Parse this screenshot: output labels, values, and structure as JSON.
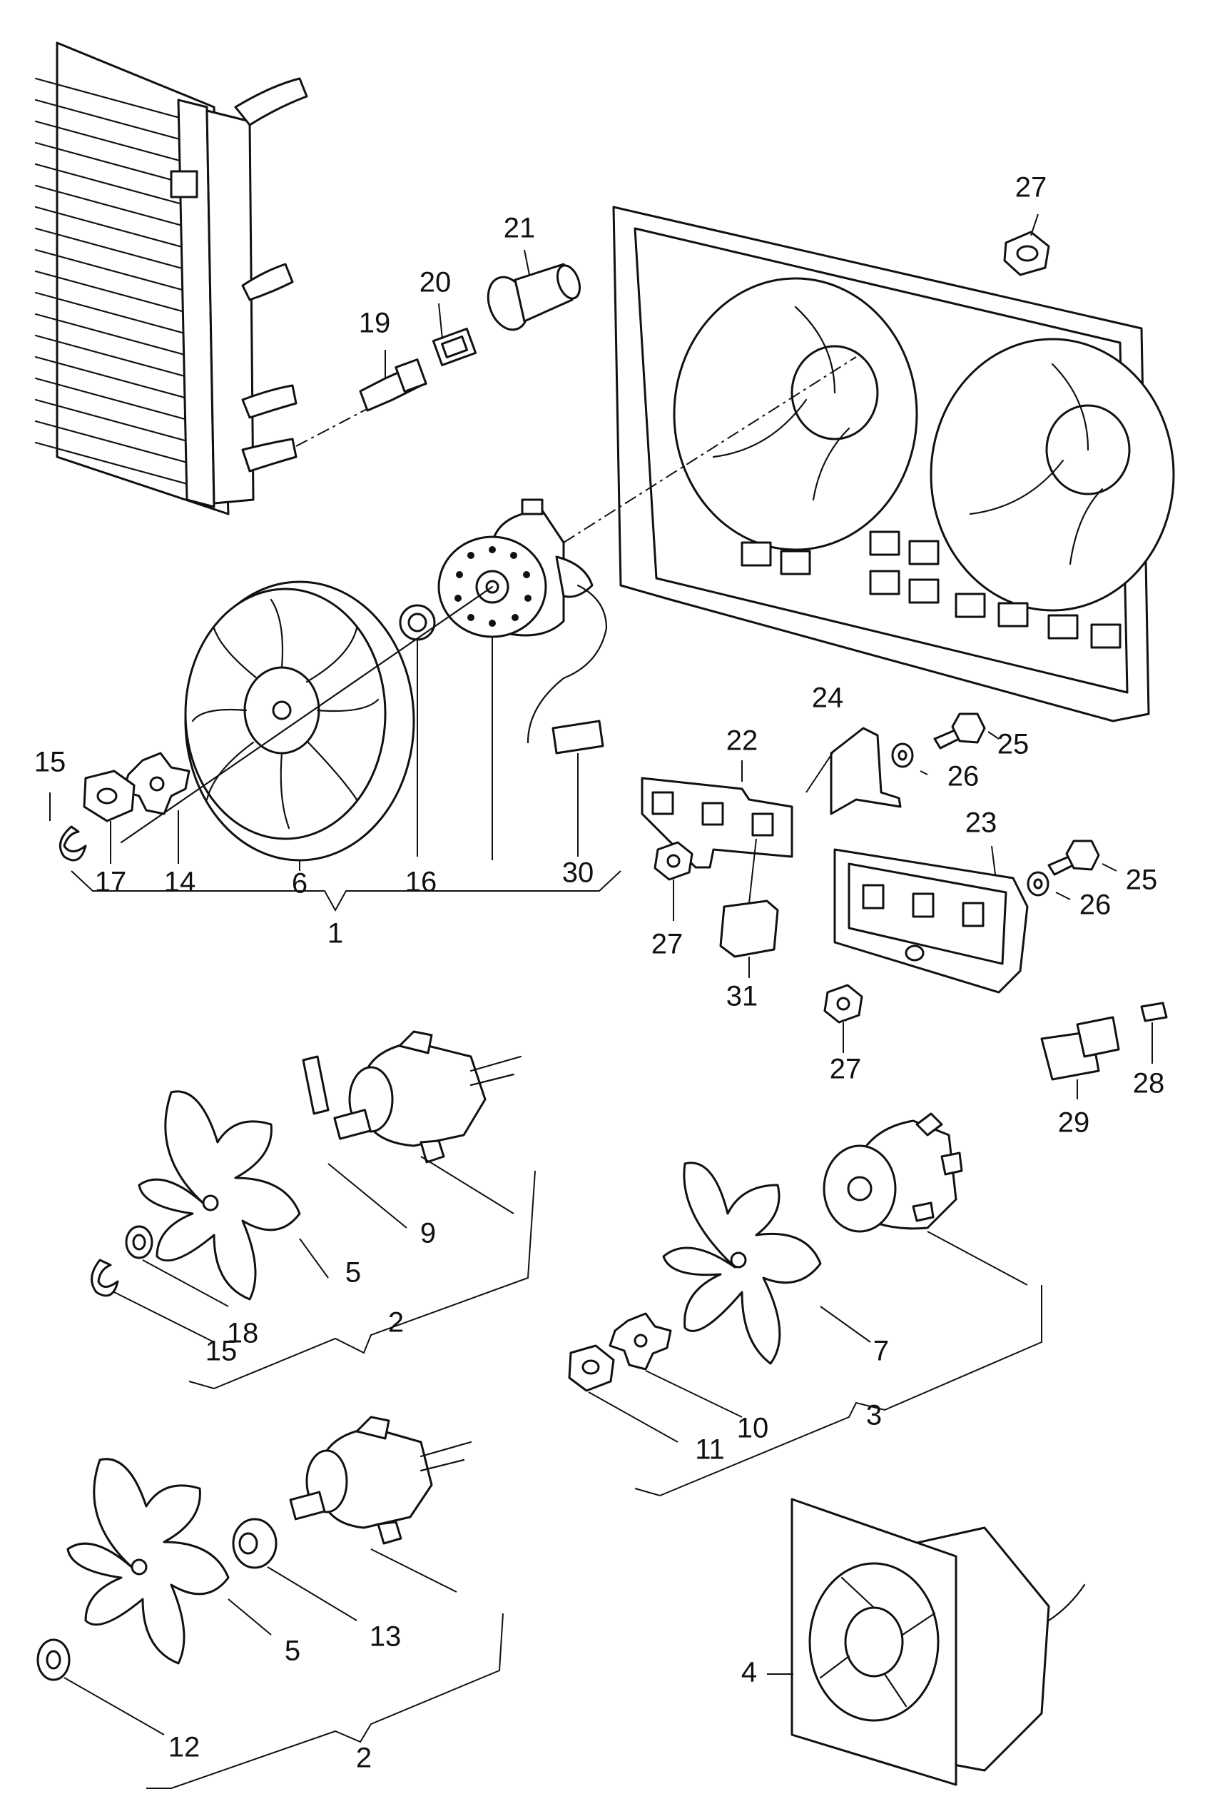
{
  "callouts": [
    {
      "id": "c1",
      "text": "1"
    },
    {
      "id": "c2a",
      "text": "2"
    },
    {
      "id": "c2b",
      "text": "2"
    },
    {
      "id": "c3",
      "text": "3"
    },
    {
      "id": "c4",
      "text": "4"
    },
    {
      "id": "c5a",
      "text": "5"
    },
    {
      "id": "c5b",
      "text": "5"
    },
    {
      "id": "c6",
      "text": "6"
    },
    {
      "id": "c7",
      "text": "7"
    },
    {
      "id": "c9",
      "text": "9"
    },
    {
      "id": "c10",
      "text": "10"
    },
    {
      "id": "c11",
      "text": "11"
    },
    {
      "id": "c12",
      "text": "12"
    },
    {
      "id": "c13",
      "text": "13"
    },
    {
      "id": "c14",
      "text": "14"
    },
    {
      "id": "c15a",
      "text": "15"
    },
    {
      "id": "c15b",
      "text": "15"
    },
    {
      "id": "c16",
      "text": "16"
    },
    {
      "id": "c17",
      "text": "17"
    },
    {
      "id": "c18",
      "text": "18"
    },
    {
      "id": "c19",
      "text": "19"
    },
    {
      "id": "c20",
      "text": "20"
    },
    {
      "id": "c21",
      "text": "21"
    },
    {
      "id": "c22",
      "text": "22"
    },
    {
      "id": "c23",
      "text": "23"
    },
    {
      "id": "c24",
      "text": "24"
    },
    {
      "id": "c25a",
      "text": "25"
    },
    {
      "id": "c25b",
      "text": "25"
    },
    {
      "id": "c26a",
      "text": "26"
    },
    {
      "id": "c26b",
      "text": "26"
    },
    {
      "id": "c27a",
      "text": "27"
    },
    {
      "id": "c27b",
      "text": "27"
    },
    {
      "id": "c27c",
      "text": "27"
    },
    {
      "id": "c28",
      "text": "28"
    },
    {
      "id": "c29",
      "text": "29"
    },
    {
      "id": "c30",
      "text": "30"
    },
    {
      "id": "c31",
      "text": "31"
    }
  ]
}
